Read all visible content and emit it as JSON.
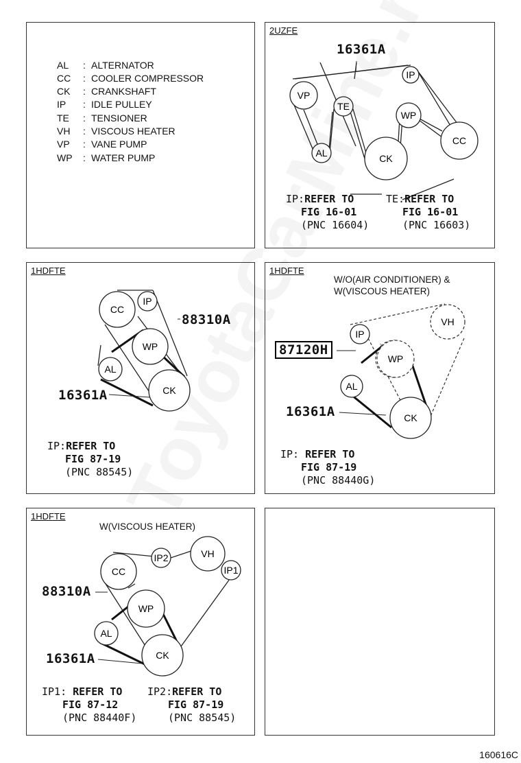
{
  "legend": [
    {
      "code": "AL",
      "name": "ALTERNATOR"
    },
    {
      "code": "CC",
      "name": "COOLER COMPRESSOR"
    },
    {
      "code": "CK",
      "name": "CRANKSHAFT"
    },
    {
      "code": "IP",
      "name": "IDLE PULLEY"
    },
    {
      "code": "TE",
      "name": "TENSIONER"
    },
    {
      "code": "VH",
      "name": "VISCOUS HEATER"
    },
    {
      "code": "VP",
      "name": "VANE PUMP"
    },
    {
      "code": "WP",
      "name": "WATER PUMP"
    }
  ],
  "colon": ":",
  "panel_2uzfe": {
    "title": "2UZFE",
    "part": "16361A",
    "pulleys": {
      "vp": "VP",
      "te": "TE",
      "al": "AL",
      "ck": "CK",
      "wp": "WP",
      "ip": "IP",
      "cc": "CC"
    },
    "ref1": {
      "tag": "IP:",
      "l1": "REFER TO",
      "l2": "FIG 16-01",
      "l3": "(PNC 16604)"
    },
    "ref2": {
      "tag": "TE:",
      "l1": "REFER TO",
      "l2": "FIG 16-01",
      "l3": "(PNC 16603)"
    }
  },
  "panel_1hdfte_a": {
    "title": "1HDFTE",
    "part1": "88310A",
    "part2": "16361A",
    "pulleys": {
      "cc": "CC",
      "ip": "IP",
      "wp": "WP",
      "al": "AL",
      "ck": "CK"
    },
    "ref": {
      "tag": "IP:",
      "l1": "REFER TO",
      "l2": "FIG 87-19",
      "l3": "(PNC 88545)"
    }
  },
  "panel_1hdfte_b": {
    "title": "1HDFTE",
    "subtitle1": "W/O(AIR CONDITIONER) &",
    "subtitle2": "W(VISCOUS HEATER)",
    "part1": "87120H",
    "part2": "16361A",
    "pulleys": {
      "vh": "VH",
      "ip": "IP",
      "wp": "WP",
      "al": "AL",
      "ck": "CK"
    },
    "ref": {
      "tag": "IP:",
      "l1": "REFER TO",
      "l2": "FIG 87-19",
      "l3": "(PNC 88440G)"
    }
  },
  "panel_1hdfte_c": {
    "title": "1HDFTE",
    "subtitle": "W(VISCOUS HEATER)",
    "part1": "88310A",
    "part2": "16361A",
    "pulleys": {
      "cc": "CC",
      "ip2": "IP2",
      "vh": "VH",
      "ip1": "IP1",
      "wp": "WP",
      "al": "AL",
      "ck": "CK"
    },
    "ref1": {
      "tag": "IP1:",
      "l1": "REFER TO",
      "l2": "FIG 87-12",
      "l3": "(PNC 88440F)"
    },
    "ref2": {
      "tag": "IP2:",
      "l1": "REFER TO",
      "l2": "FIG 87-19",
      "l3": "(PNC 88545)"
    }
  },
  "watermark": "ToyotaCarMine.ru",
  "footer_code": "160616C"
}
